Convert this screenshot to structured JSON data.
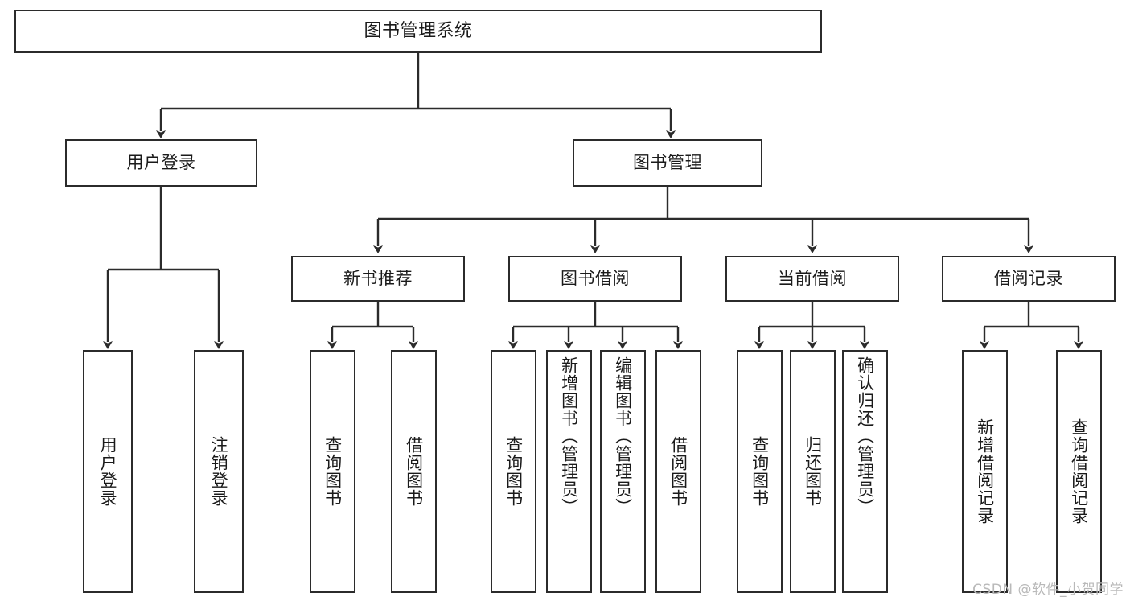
{
  "diagram": {
    "title": "图书管理系统",
    "type": "tree-hierarchy",
    "watermark": "CSDN @软件_小贺同学",
    "nodes": {
      "root": {
        "label": "图书管理系统"
      },
      "level2": [
        {
          "label": "用户登录"
        },
        {
          "label": "图书管理"
        }
      ],
      "level3": [
        {
          "label": "新书推荐"
        },
        {
          "label": "图书借阅"
        },
        {
          "label": "当前借阅"
        },
        {
          "label": "借阅记录"
        }
      ],
      "leaves_user_login": [
        {
          "label": "用户登录"
        },
        {
          "label": "注销登录"
        }
      ],
      "leaves_new_book": [
        {
          "label": "查询图书"
        },
        {
          "label": "借阅图书"
        }
      ],
      "leaves_borrow": [
        {
          "label": "查询图书"
        },
        {
          "label": "新增图书（管理员）"
        },
        {
          "label": "编辑图书（管理员）"
        },
        {
          "label": "借阅图书"
        }
      ],
      "leaves_current": [
        {
          "label": "查询图书"
        },
        {
          "label": "归还图书"
        },
        {
          "label": "确认归还（管理员）"
        }
      ],
      "leaves_records": [
        {
          "label": "新增借阅记录"
        },
        {
          "label": "查询借阅记录"
        }
      ]
    },
    "colors": {
      "border": "#2b2b2b",
      "background": "#ffffff",
      "text": "#1a1a1a",
      "watermark": "#b9b9b9"
    }
  }
}
